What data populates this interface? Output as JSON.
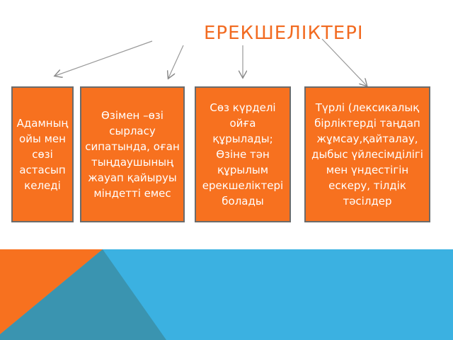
{
  "title": "ЕРЕКШЕЛІКТЕРІ",
  "boxes": [
    "Адамның ойы мен сөзі астасып келеді",
    "Өзімен –өзі сырласу сипатында, оған тыңдаушының жауап қайыруы міндетті емес",
    "Сөз күрделі ойға құрылады; Өзіне тән құрылым ерекшеліктері болады",
    "Түрлі (лексикалық бірліктерді таңдап жұмсау,қайталау, дыбыс үйлесімділігі мен үндестігін ескеру, тілдік тәсілдер"
  ],
  "colors": {
    "accent": "#f7711f",
    "blue": "#3bb1e1",
    "teal": "#3a94b0"
  }
}
